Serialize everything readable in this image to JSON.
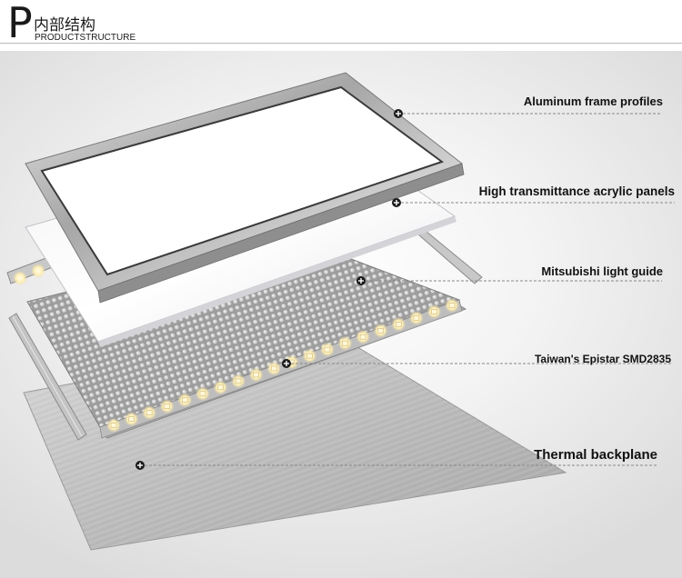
{
  "header": {
    "logo_letter": "P",
    "title_cn": "内部结构",
    "title_en": "PRODUCTSTRUCTURE"
  },
  "callouts": [
    {
      "label": "Aluminum frame profiles"
    },
    {
      "label": "High transmittance acrylic panels"
    },
    {
      "label": "Mitsubishi light guide"
    },
    {
      "label": "Taiwan's Epistar SMD2835"
    },
    {
      "label": "Thermal backplane"
    }
  ],
  "colors": {
    "background_center": "#ffffff",
    "background_edge": "#dcdcdc",
    "frame_metal": "#9a9a9a",
    "led_glow": "#fff3c8",
    "text": "#111111"
  }
}
